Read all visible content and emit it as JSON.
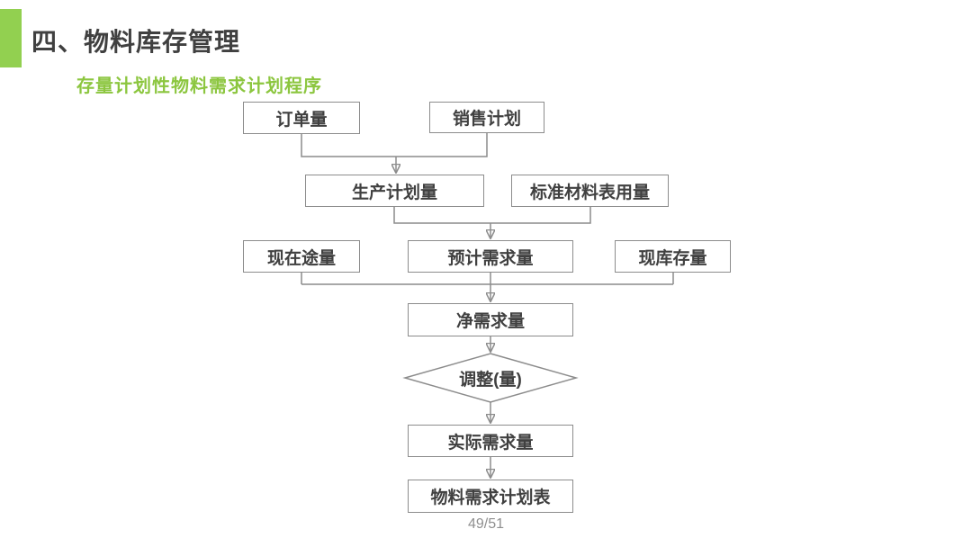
{
  "slide": {
    "title": "四、物料库存管理",
    "subtitle": "存量计划性物料需求计划程序",
    "page_number": "49/51"
  },
  "colors": {
    "accent_green": "#92D050",
    "subtitle_green": "#8CC63F",
    "text_dark": "#404040",
    "line_gray": "#8C8C8C",
    "page_number_gray": "#8F8F8F"
  },
  "flowchart": {
    "nodes": [
      {
        "id": "order-quantity",
        "label": "订单量",
        "shape": "rect"
      },
      {
        "id": "sales-plan",
        "label": "销售计划",
        "shape": "rect"
      },
      {
        "id": "production-plan-quantity",
        "label": "生产计划量",
        "shape": "rect"
      },
      {
        "id": "standard-bom-usage",
        "label": "标准材料表用量",
        "shape": "rect"
      },
      {
        "id": "in-transit-quantity",
        "label": "现在途量",
        "shape": "rect"
      },
      {
        "id": "forecast-demand",
        "label": "预计需求量",
        "shape": "rect"
      },
      {
        "id": "current-stock",
        "label": "现库存量",
        "shape": "rect"
      },
      {
        "id": "net-demand",
        "label": "净需求量",
        "shape": "rect"
      },
      {
        "id": "adjustment",
        "label": "调整(量)",
        "shape": "diamond"
      },
      {
        "id": "actual-demand",
        "label": "实际需求量",
        "shape": "rect"
      },
      {
        "id": "mrp-table",
        "label": "物料需求计划表",
        "shape": "rect"
      }
    ],
    "edges": [
      {
        "from": [
          "order-quantity",
          "sales-plan"
        ],
        "to": "production-plan-quantity"
      },
      {
        "from": [
          "production-plan-quantity",
          "standard-bom-usage"
        ],
        "to": "forecast-demand"
      },
      {
        "from": [
          "in-transit-quantity",
          "forecast-demand",
          "current-stock"
        ],
        "to": "net-demand"
      },
      {
        "from": [
          "net-demand"
        ],
        "to": "adjustment"
      },
      {
        "from": [
          "adjustment"
        ],
        "to": "actual-demand"
      },
      {
        "from": [
          "actual-demand"
        ],
        "to": "mrp-table"
      }
    ]
  }
}
